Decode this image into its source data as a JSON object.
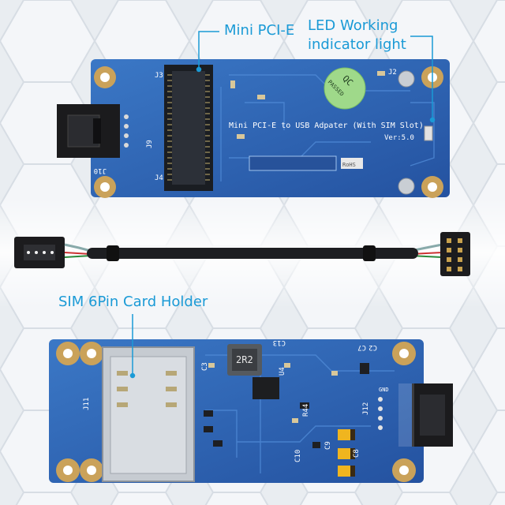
{
  "callouts": {
    "mini_pcie": "Mini PCI-E",
    "led_line1": "LED Working",
    "led_line2": "indicator light",
    "sim_holder": "SIM 6Pin Card Holder"
  },
  "board_top": {
    "silkscreen_title": "Mini PCI-E to USB Adpater (With SIM Slot)",
    "version": "Ver:5.0",
    "qc_sticker": "QC",
    "qc_sticker_sub": "PASSED",
    "label_j9": "J9",
    "label_j10": "J10",
    "label_j2": "J2",
    "label_j3": "J3",
    "label_j4": "J4",
    "rohs": "RoHS"
  },
  "board_bottom": {
    "label_j11": "J11",
    "label_j12": "J12",
    "inductor": "2R2",
    "label_c13": "C13",
    "label_c7": "C7",
    "label_c2": "C2",
    "label_c8": "C8",
    "label_c9": "C9",
    "label_c10": "C10",
    "label_r44": "R44",
    "label_gnd": "GND",
    "label_c3": "C3",
    "label_u4": "U4"
  },
  "colors": {
    "callout_text": "#1a9ad6",
    "pcb_blue": "#2a5fae",
    "background": "#e9edf1"
  }
}
